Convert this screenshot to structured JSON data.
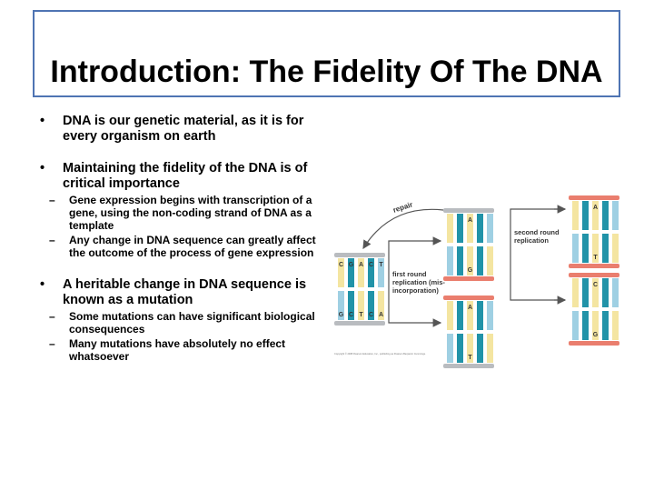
{
  "slide": {
    "title": "Introduction: The Fidelity Of The DNA",
    "bullets": [
      {
        "text": "DNA is our genetic material, as it is for every organism on earth",
        "subs": []
      },
      {
        "text": "Maintaining the fidelity of the DNA is of critical importance",
        "subs": [
          "Gene expression begins with transcription of a gene, using the non-coding strand of DNA as a template",
          "Any change in DNA sequence can greatly affect the outcome of the process of gene expression"
        ]
      },
      {
        "text": "A heritable change in DNA sequence is known as a mutation",
        "subs": [
          "Some mutations can have significant biological consequences",
          "Many mutations have absolutely no effect whatsoever"
        ]
      }
    ]
  },
  "figure": {
    "labels": {
      "repair": "repair",
      "first_round": [
        "first round",
        "replication (mis-",
        "incorporation)"
      ],
      "second_round": [
        "second round",
        "replication"
      ],
      "copyright": "Copyright © 2008 Pearson Education, Inc., publishing as Pearson Benjamin Cummings."
    },
    "parent": {
      "top_bases": [
        "C",
        "G",
        "A",
        "C",
        "T"
      ],
      "bottom_bases": [
        "G",
        "C",
        "T",
        "C",
        "A"
      ]
    },
    "mid_top": {
      "top_base": "A",
      "bottom_base": "G"
    },
    "mid_bottom": {
      "top_base": "A",
      "bottom_base": "T"
    },
    "right_top": {
      "top_base": "A",
      "bottom_base": "T"
    },
    "right_bottom": {
      "top_base": "C",
      "bottom_base": "G"
    },
    "colors": {
      "parent_strand": "#b9bcc0",
      "new_strand": "#ea7e6e",
      "base_yellow": "#f4e5a1",
      "base_teal": "#2193a8",
      "base_light": "#9fd0e3",
      "highlight": "#6ab0d6",
      "arrow": "#555555"
    }
  }
}
